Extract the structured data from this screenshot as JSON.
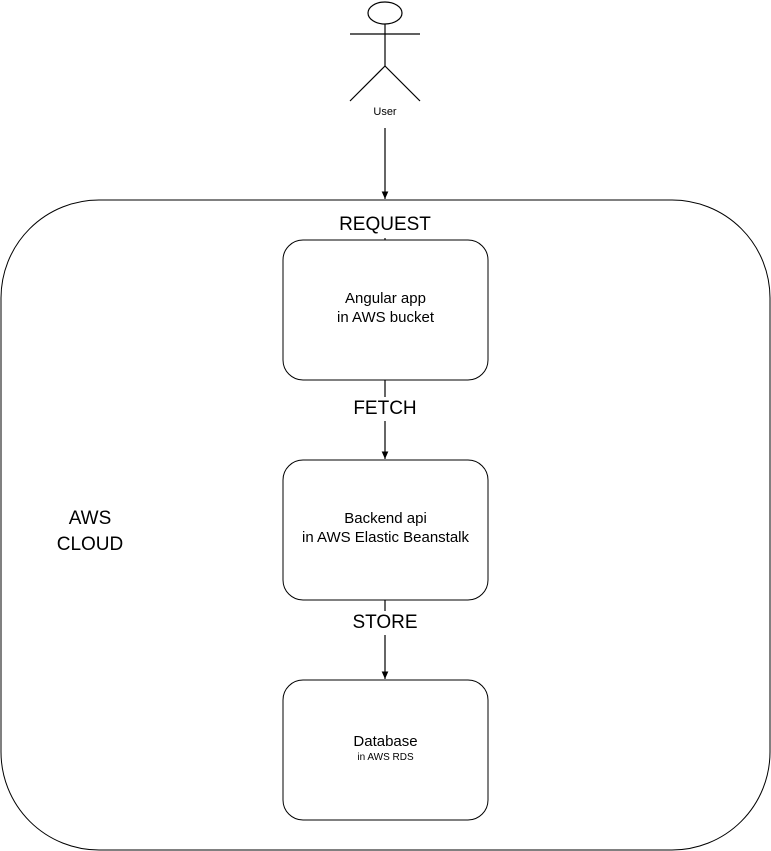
{
  "actor": {
    "label": "User"
  },
  "cloud": {
    "label_line1": "AWS",
    "label_line2": "CLOUD"
  },
  "edges": {
    "request": "REQUEST",
    "fetch": "FETCH",
    "store": "STORE"
  },
  "nodes": {
    "angular": {
      "line1": "Angular app",
      "line2": "in AWS bucket"
    },
    "backend": {
      "line1": "Backend api",
      "line2": "in AWS Elastic Beanstalk"
    },
    "database": {
      "line1": "Database",
      "line2": "in AWS RDS"
    }
  },
  "colors": {
    "stroke": "#000000",
    "background": "#ffffff"
  }
}
